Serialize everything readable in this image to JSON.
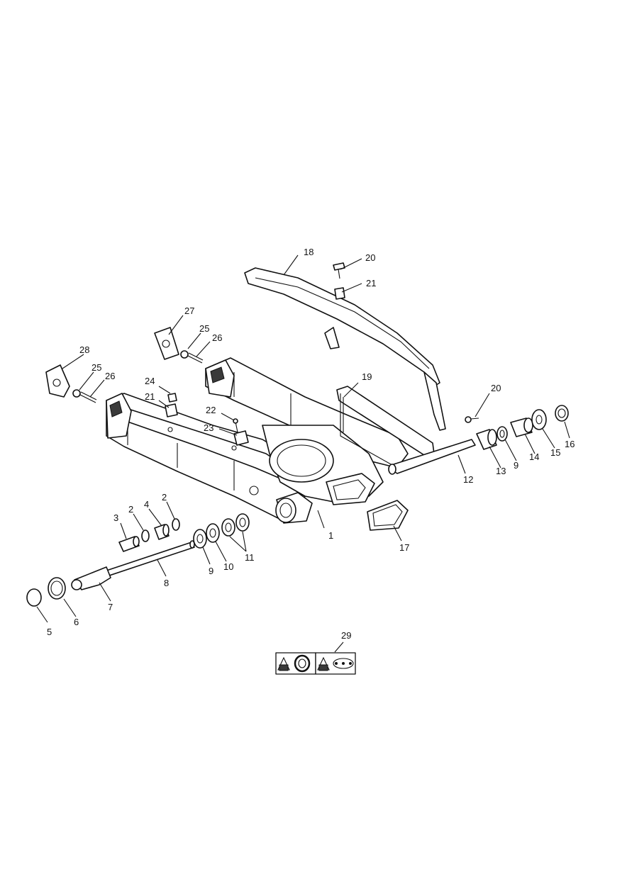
{
  "callouts": {
    "c1": "1",
    "c2a": "2",
    "c2b": "2",
    "c3": "3",
    "c4": "4",
    "c5": "5",
    "c6": "6",
    "c7": "7",
    "c8": "8",
    "c9a": "9",
    "c9b": "9",
    "c10": "10",
    "c11": "11",
    "c12": "12",
    "c13": "13",
    "c14": "14",
    "c15": "15",
    "c16": "16",
    "c17": "17",
    "c18": "18",
    "c19": "19",
    "c20a": "20",
    "c20b": "20",
    "c21a": "21",
    "c21b": "21",
    "c22": "22",
    "c23": "23",
    "c24": "24",
    "c25a": "25",
    "c25b": "25",
    "c26a": "26",
    "c26b": "26",
    "c27": "27",
    "c28": "28",
    "c29": "29"
  },
  "icons": [
    "warning-nut-torque-icon",
    "bearing-icon",
    "warning-nut-torque-icon",
    "chain-icon"
  ]
}
